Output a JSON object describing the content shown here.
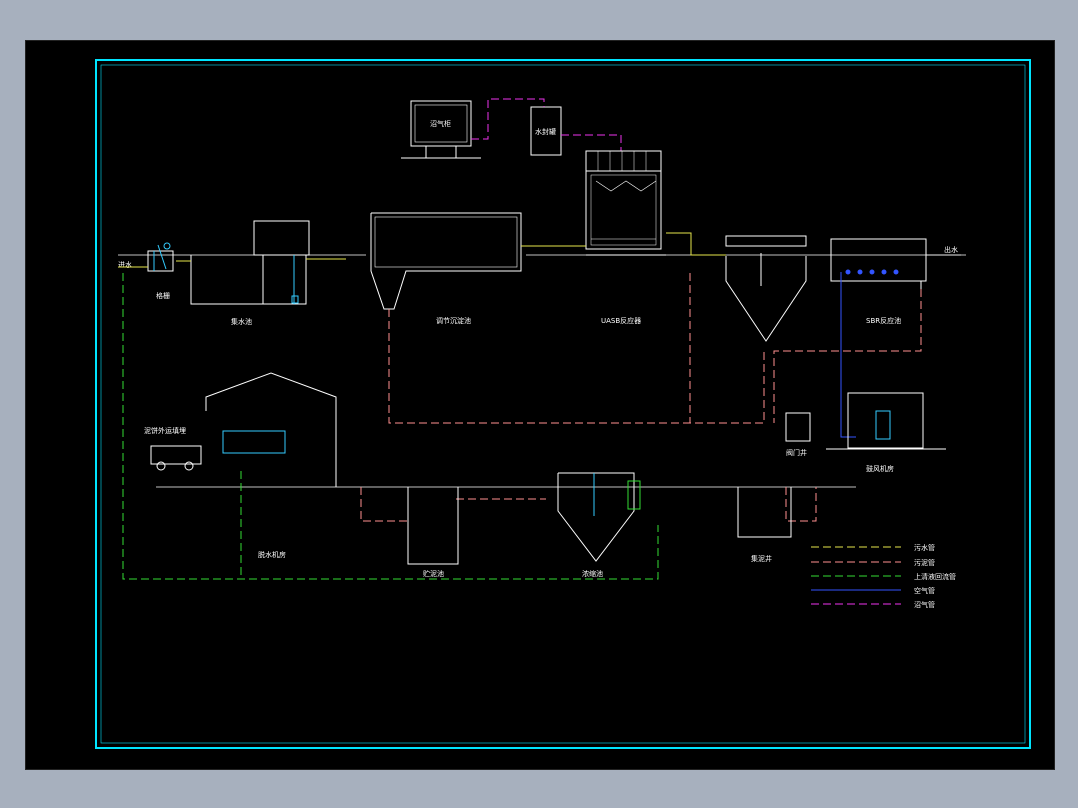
{
  "colors": {
    "frame": "#00e5ff",
    "outline": "#ffffff",
    "sewage": "#e6e64d",
    "sludge": "#ff9090",
    "supernatant": "#33dd33",
    "air": "#3355ff",
    "biogas": "#ee33ee",
    "equipment": "#33ccff"
  },
  "labels": {
    "inflow": "进水",
    "outflow": "出水",
    "grille": "格栅",
    "collection_tank": "集水池",
    "equalization_tank": "调节沉淀池",
    "uasb": "UASB反应器",
    "sbr": "SBR反应池",
    "gas_holder": "沼气柜",
    "water_seal": "水封罐",
    "sludge_transport": "泥饼外运填埋",
    "dewatering_room": "脱水机房",
    "sludge_storage": "贮泥池",
    "thickener": "浓缩池",
    "valve_well": "阀门井",
    "blower_room": "鼓风机房",
    "sump": "集泥井"
  },
  "legend": [
    {
      "label": "污水管",
      "color": "#e6e64d",
      "dash": "8,4"
    },
    {
      "label": "污泥管",
      "color": "#ff9090",
      "dash": "8,4"
    },
    {
      "label": "上清液回流管",
      "color": "#33dd33",
      "dash": "8,4"
    },
    {
      "label": "空气管",
      "color": "#3355ff",
      "dash": ""
    },
    {
      "label": "沼气管",
      "color": "#ee33ee",
      "dash": "8,4"
    }
  ]
}
